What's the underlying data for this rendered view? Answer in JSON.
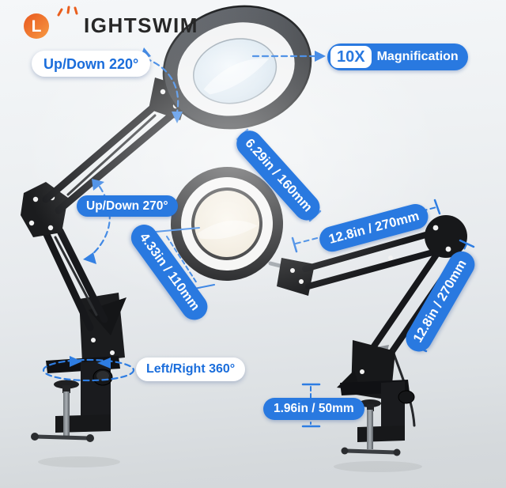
{
  "brand": {
    "initial": "L",
    "name_rest": "IGHTSWIM"
  },
  "callouts": {
    "head_tilt": "Up/Down 220°",
    "magnification_value": "10X",
    "magnification_label": "Magnification",
    "arm_tilt": "Up/Down 270°",
    "lamp_outer_diameter": "6.29in / 160mm",
    "upper_arm_length": "12.8in / 270mm",
    "lens_diameter": "4.33in / 110mm",
    "lower_arm_length": "12.8in / 270mm",
    "base_rotation": "Left/Right 360°",
    "clamp_opening": "1.96in / 50mm"
  },
  "colors": {
    "accent_blue": "#2979e0",
    "pill_text_blue": "#1a6ddb",
    "logo_orange": "#ee7225",
    "lamp_black": "#1a1b1d",
    "background_top": "#f5f7f9",
    "background_bottom": "#d3d7da"
  }
}
